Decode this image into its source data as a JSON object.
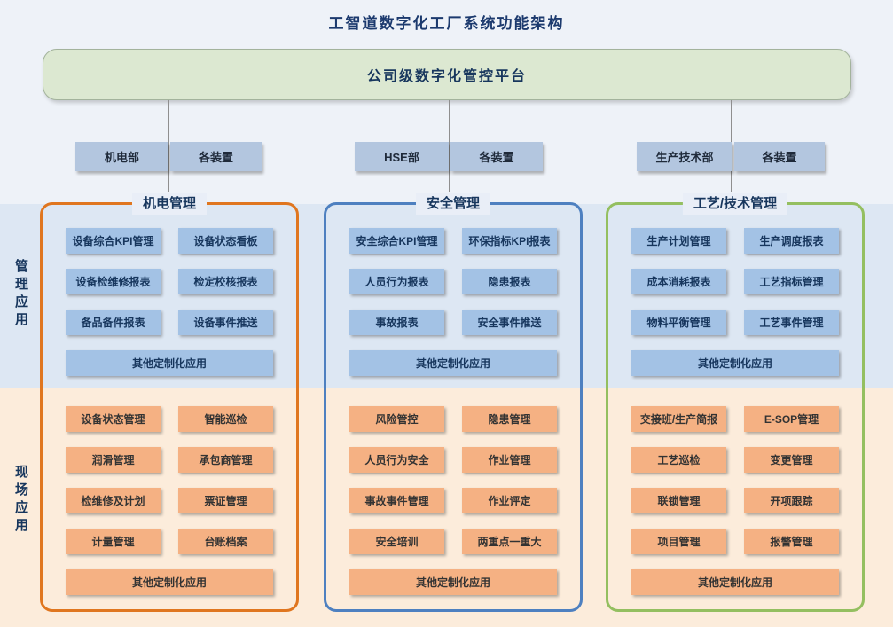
{
  "page": {
    "title": "工智道数字化工厂系统功能架构"
  },
  "platform": {
    "label": "公司级数字化管控平台"
  },
  "side_labels": {
    "management": "管理应用",
    "field": "现场应用"
  },
  "departments": [
    {
      "dept": "机电部",
      "unit": "各装置"
    },
    {
      "dept": "HSE部",
      "unit": "各装置"
    },
    {
      "dept": "生产技术部",
      "unit": "各装置"
    }
  ],
  "colors": {
    "mechanical_accent": "#e0761f",
    "safety_accent": "#4e80c0",
    "process_accent": "#94bf60",
    "management_box_fill": "#a3c2e5",
    "field_box_fill": "#f5b183",
    "platform_fill": "#dce8d1",
    "department_fill": "#b3c6df",
    "management_band": "#dde7f3",
    "field_band": "#fcecdb",
    "title_text": "#1c3a6e"
  },
  "columns": [
    {
      "title": "机电管理",
      "management_items": [
        "设备综合KPI管理",
        "设备状态看板",
        "设备检维修报表",
        "检定校核报表",
        "备品备件报表",
        "设备事件推送"
      ],
      "management_other": "其他定制化应用",
      "field_items": [
        "设备状态管理",
        "智能巡检",
        "润滑管理",
        "承包商管理",
        "检维修及计划",
        "票证管理",
        "计量管理",
        "台账档案"
      ],
      "field_other": "其他定制化应用"
    },
    {
      "title": "安全管理",
      "management_items": [
        "安全综合KPI管理",
        "环保指标KPI报表",
        "人员行为报表",
        "隐患报表",
        "事故报表",
        "安全事件推送"
      ],
      "management_other": "其他定制化应用",
      "field_items": [
        "风险管控",
        "隐患管理",
        "人员行为安全",
        "作业管理",
        "事故事件管理",
        "作业评定",
        "安全培训",
        "两重点一重大"
      ],
      "field_other": "其他定制化应用"
    },
    {
      "title": "工艺/技术管理",
      "management_items": [
        "生产计划管理",
        "生产调度报表",
        "成本消耗报表",
        "工艺指标管理",
        "物料平衡管理",
        "工艺事件管理"
      ],
      "management_other": "其他定制化应用",
      "field_items": [
        "交接班/生产简报",
        "E-SOP管理",
        "工艺巡检",
        "变更管理",
        "联锁管理",
        "开项跟踪",
        "项目管理",
        "报警管理"
      ],
      "field_other": "其他定制化应用"
    }
  ]
}
